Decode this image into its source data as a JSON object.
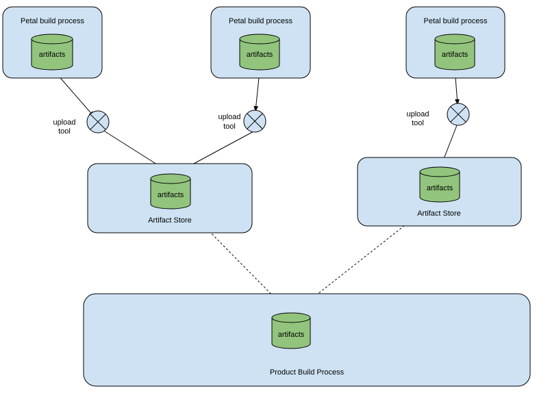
{
  "petals": [
    {
      "title": "Petal build process",
      "db_label": "artifacts"
    },
    {
      "title": "Petal build process",
      "db_label": "artifacts"
    },
    {
      "title": "Petal build process",
      "db_label": "artifacts"
    }
  ],
  "upload_tools": [
    {
      "line1": "upload",
      "line2": "tool"
    },
    {
      "line1": "upload",
      "line2": "tool"
    },
    {
      "line1": "upload",
      "line2": "tool"
    }
  ],
  "stores": [
    {
      "title": "Artifact Store",
      "db_label": "artifacts"
    },
    {
      "title": "Artifact Store",
      "db_label": "artifacts"
    }
  ],
  "product": {
    "title": "Product Build Process",
    "db_label": "artifacts"
  },
  "colors": {
    "box_fill": "#cfe2f3",
    "database_fill": "#93c47d",
    "stroke": "#000000"
  }
}
